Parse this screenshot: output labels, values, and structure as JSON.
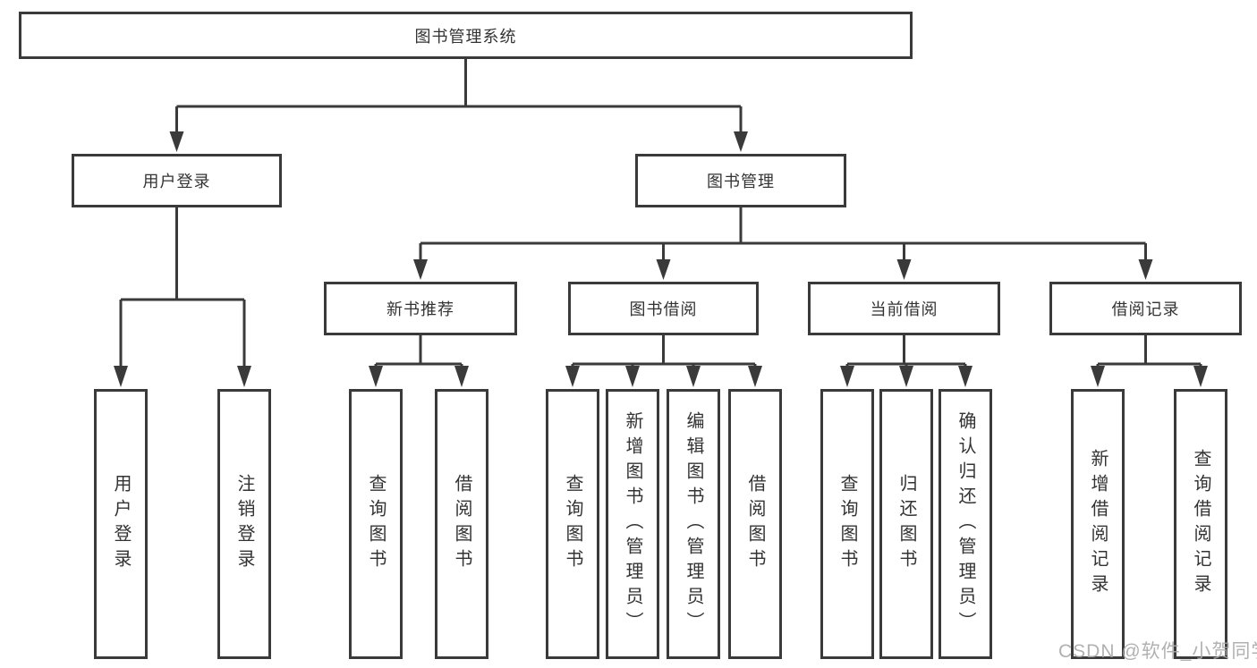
{
  "tree": {
    "label": "图书管理系统",
    "children": [
      {
        "label": "用户登录",
        "children": [
          {
            "label": "用户登录"
          },
          {
            "label": "注销登录"
          }
        ]
      },
      {
        "label": "图书管理",
        "children": [
          {
            "label": "新书推荐",
            "children": [
              {
                "label": "查询图书"
              },
              {
                "label": "借阅图书"
              }
            ]
          },
          {
            "label": "图书借阅",
            "children": [
              {
                "label": "查询图书"
              },
              {
                "label": "新增图书（管理员）"
              },
              {
                "label": "编辑图书（管理员）"
              },
              {
                "label": "借阅图书"
              }
            ]
          },
          {
            "label": "当前借阅",
            "children": [
              {
                "label": "查询图书"
              },
              {
                "label": "归还图书"
              },
              {
                "label": "确认归还（管理员）"
              }
            ]
          },
          {
            "label": "借阅记录",
            "children": [
              {
                "label": "新增借阅记录"
              },
              {
                "label": "查询借阅记录"
              }
            ]
          }
        ]
      }
    ]
  },
  "watermark": "CSDN @软件_小贺同学",
  "colors": {
    "line": "#3a3a3a",
    "box_border": "#3a3a3a",
    "box_background": "#ffffff",
    "text": "#333333",
    "watermark": "#a8a8a8"
  }
}
